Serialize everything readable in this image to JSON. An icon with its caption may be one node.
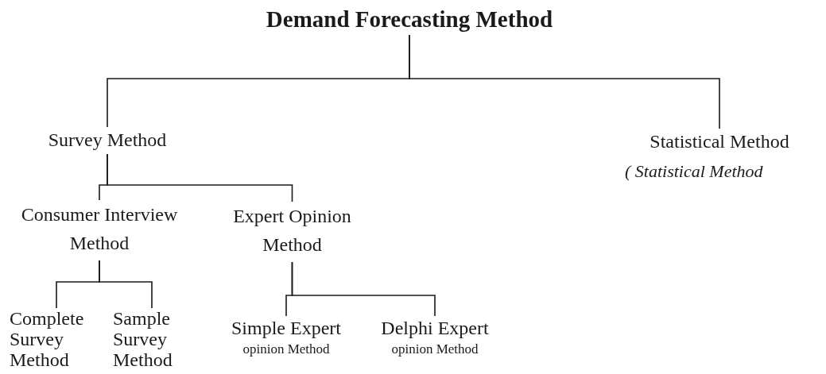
{
  "diagram": {
    "nodes": [
      {
        "text": [
          "Demand Forecasting Method"
        ]
      },
      {
        "text": [
          "Survey Method"
        ]
      },
      {
        "text": [
          "Statistical Method"
        ],
        "beside": [
          "( Statistical Method"
        ]
      },
      {
        "text": [
          "Consumer Interview Method"
        ]
      },
      {
        "text": [
          "Expert Opinion Method"
        ]
      },
      {
        "text": [
          "Complete Survey Method"
        ]
      },
      {
        "text": [
          "Sample Survey Method"
        ]
      },
      {
        "text": [
          "Simple Expert",
          "opinion Method"
        ]
      },
      {
        "text": [
          "Delphi Expert",
          "opinion Method"
        ]
      }
    ],
    "edges": [
      {
        "from": 0,
        "to": 1,
        "arrow": "none"
      },
      {
        "from": 0,
        "to": 2,
        "arrow": "none"
      },
      {
        "from": 1,
        "to": 3,
        "arrow": "none"
      },
      {
        "from": 1,
        "to": 4,
        "arrow": "none"
      },
      {
        "from": 3,
        "to": 5,
        "arrow": "none"
      },
      {
        "from": 3,
        "to": 6,
        "arrow": "none"
      },
      {
        "from": 4,
        "to": 7,
        "arrow": "none"
      },
      {
        "from": 4,
        "to": 8,
        "arrow": "none"
      }
    ]
  }
}
